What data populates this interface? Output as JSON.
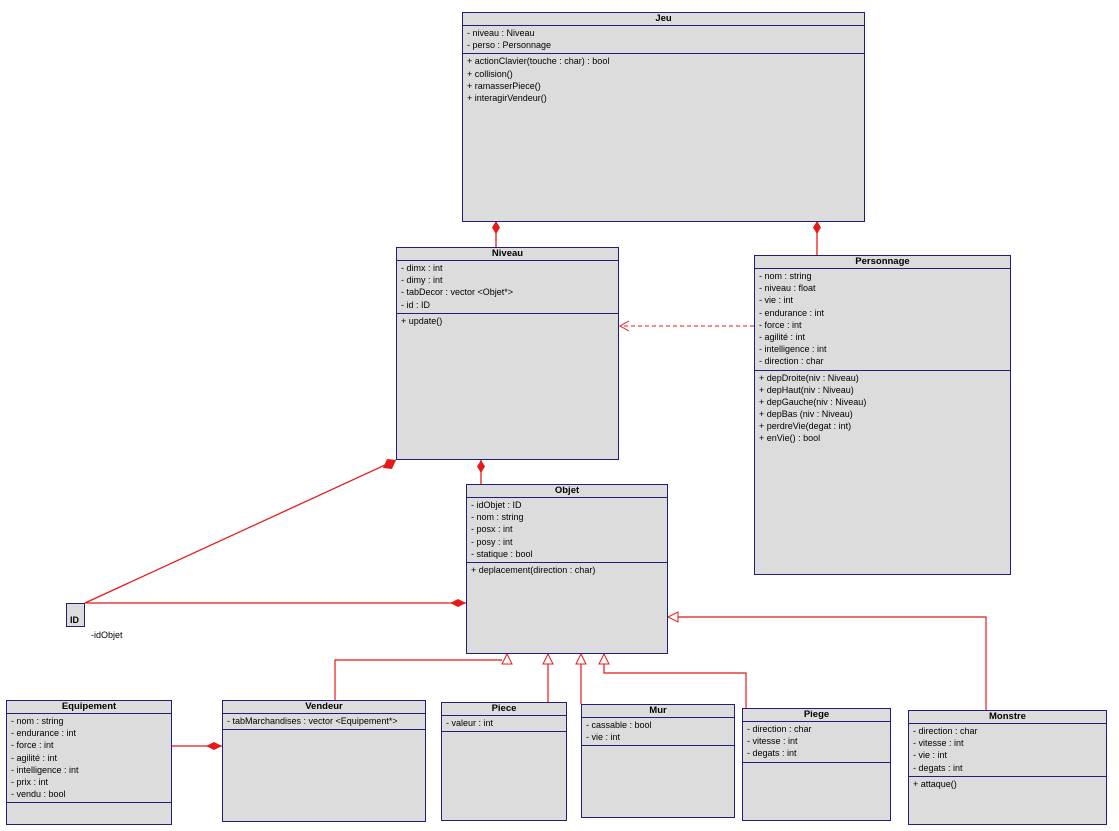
{
  "classes": {
    "jeu": {
      "name": "Jeu",
      "attributes": [
        "- niveau : Niveau",
        "- perso : Personnage"
      ],
      "methods": [
        "+ actionClavier(touche : char) : bool",
        "+ collision()",
        "+ ramasserPiece()",
        "+ interagirVendeur()"
      ]
    },
    "niveau": {
      "name": "Niveau",
      "attributes": [
        "- dimx : int",
        "- dimy : int",
        "- tabDecor : vector <Objet*>",
        "- id : ID"
      ],
      "methods": [
        "+ update()"
      ]
    },
    "personnage": {
      "name": "Personnage",
      "attributes": [
        "- nom : string",
        "- niveau : float",
        "- vie : int",
        "- endurance : int",
        "- force : int",
        "- agilité : int",
        "- intelligence : int",
        "- direction : char"
      ],
      "methods": [
        "+ depDroite(niv : Niveau)",
        "+ depHaut(niv : Niveau)",
        "+ depGauche(niv : Niveau)",
        "+ depBas (niv : Niveau)",
        "+ perdreVie(degat : int)",
        "+ enVie() : bool"
      ]
    },
    "objet": {
      "name": "Objet",
      "attributes": [
        "- idObjet : ID",
        "- nom : string",
        "- posx : int",
        "- posy : int",
        "- statique : bool"
      ],
      "methods": [
        "+ deplacement(direction : char)"
      ]
    },
    "equipement": {
      "name": "Equipement",
      "attributes": [
        "- nom : string",
        "- endurance : int",
        "- force : int",
        "- agilité : int",
        "- intelligence : int",
        "- prix : int",
        "- vendu : bool"
      ],
      "methods": []
    },
    "vendeur": {
      "name": "Vendeur",
      "attributes": [
        "- tabMarchandises : vector <Equipement*>"
      ],
      "methods": []
    },
    "piece": {
      "name": "Piece",
      "attributes": [
        "- valeur : int"
      ],
      "methods": []
    },
    "mur": {
      "name": "Mur",
      "attributes": [
        "- cassable : bool",
        "- vie : int"
      ],
      "methods": []
    },
    "piege": {
      "name": "Piege",
      "attributes": [
        "- direction : char",
        "- vitesse : int",
        "- degats : int"
      ],
      "methods": []
    },
    "monstre": {
      "name": "Monstre",
      "attributes": [
        "- direction : char",
        "- vitesse : int",
        "- vie : int",
        "- degats : int"
      ],
      "methods": [
        "+ attaque()"
      ]
    }
  },
  "id_type": {
    "name": "ID",
    "role_label": "-idObjet"
  },
  "colors": {
    "class_fill": "#dcdcdc",
    "class_border": "#1f1f7a",
    "link": "#e41b17"
  }
}
